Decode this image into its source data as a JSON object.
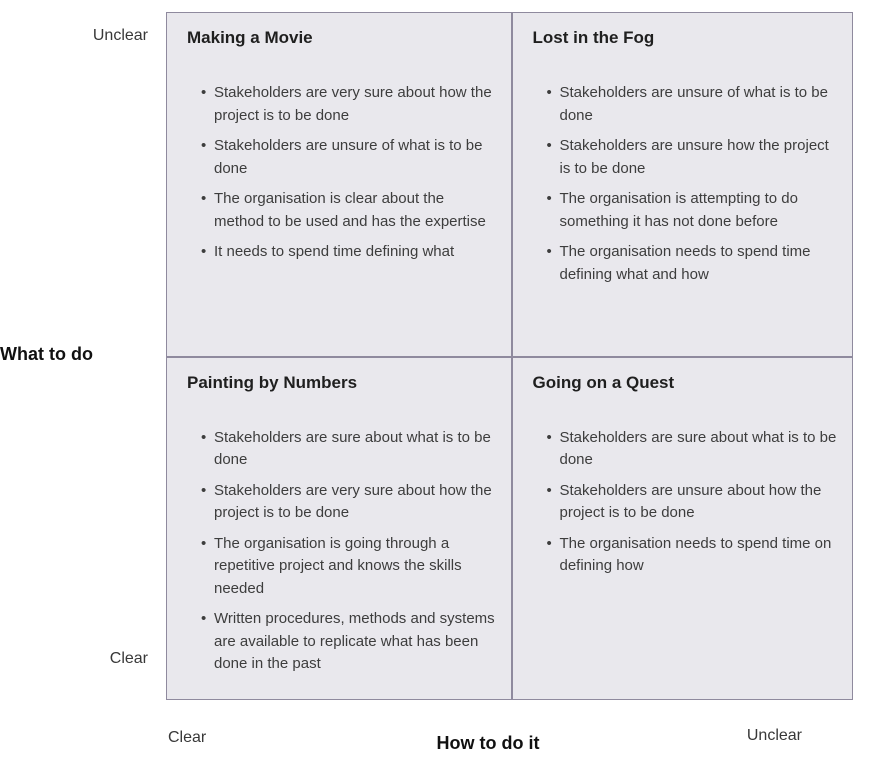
{
  "matrix": {
    "y_axis": {
      "title": "What to do",
      "top_label": "Unclear",
      "bottom_label": "Clear"
    },
    "x_axis": {
      "title": "How to do it",
      "left_label": "Clear",
      "right_label": "Unclear"
    },
    "quadrants": [
      {
        "title": "Making a Movie",
        "bullets": [
          "Stakeholders are very sure about how the project is to be done",
          "Stakeholders are unsure of what is to be done",
          "The organisation is clear about the method to be used and has the expertise",
          "It needs to spend time defining what"
        ]
      },
      {
        "title": "Lost in the Fog",
        "bullets": [
          "Stakeholders are unsure of what is to be done",
          "Stakeholders are unsure how the project is to be done",
          "The organisation is attempting to do something it has not done before",
          "The organisation needs to spend time defining what and how"
        ]
      },
      {
        "title": "Painting by Numbers",
        "bullets": [
          "Stakeholders are sure about what is to be done",
          "Stakeholders are very sure about how the project is to be done",
          "The organisation is going through a repetitive project and knows the skills needed",
          "Written procedures, methods and systems are available to replicate what has been done in the past"
        ]
      },
      {
        "title": "Going on a Quest",
        "bullets": [
          "Stakeholders are sure about what is to be done",
          "Stakeholders are unsure about how the project is to be done",
          "The organisation needs to spend time on defining how"
        ]
      }
    ],
    "colors": {
      "cell_background": "#e9e8ed",
      "border": "#8f8a9e",
      "heading_text": "#1f1f1f",
      "body_text": "#3d3d3d",
      "page_background": "#ffffff"
    }
  }
}
